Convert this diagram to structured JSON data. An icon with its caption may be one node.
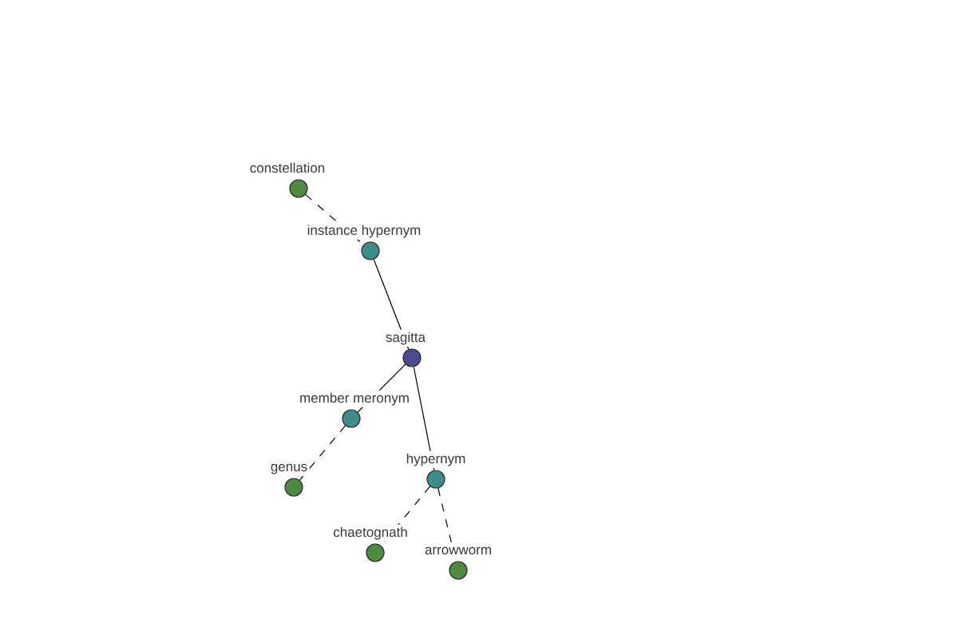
{
  "diagram": {
    "nodes": [
      {
        "text": [
          "constellation"
        ]
      },
      {
        "text": [
          "instance hypernym"
        ]
      },
      {
        "text": [
          "sagitta"
        ]
      },
      {
        "text": [
          "member meronym"
        ]
      },
      {
        "text": [
          "hypernym"
        ]
      },
      {
        "text": [
          "genus"
        ]
      },
      {
        "text": [
          "chaetognath"
        ]
      },
      {
        "text": [
          "arrowworm"
        ]
      }
    ],
    "edges": [
      {
        "from": 0,
        "to": 1,
        "arrow": "none",
        "style": "dashed"
      },
      {
        "from": 1,
        "to": 2,
        "arrow": "none"
      },
      {
        "from": 2,
        "to": 3,
        "arrow": "none"
      },
      {
        "from": 3,
        "to": 5,
        "arrow": "none",
        "style": "dashed"
      },
      {
        "from": 2,
        "to": 4,
        "arrow": "none"
      },
      {
        "from": 4,
        "to": 6,
        "arrow": "none",
        "style": "dashed"
      },
      {
        "from": 4,
        "to": 7,
        "arrow": "none",
        "style": "dashed"
      }
    ]
  }
}
